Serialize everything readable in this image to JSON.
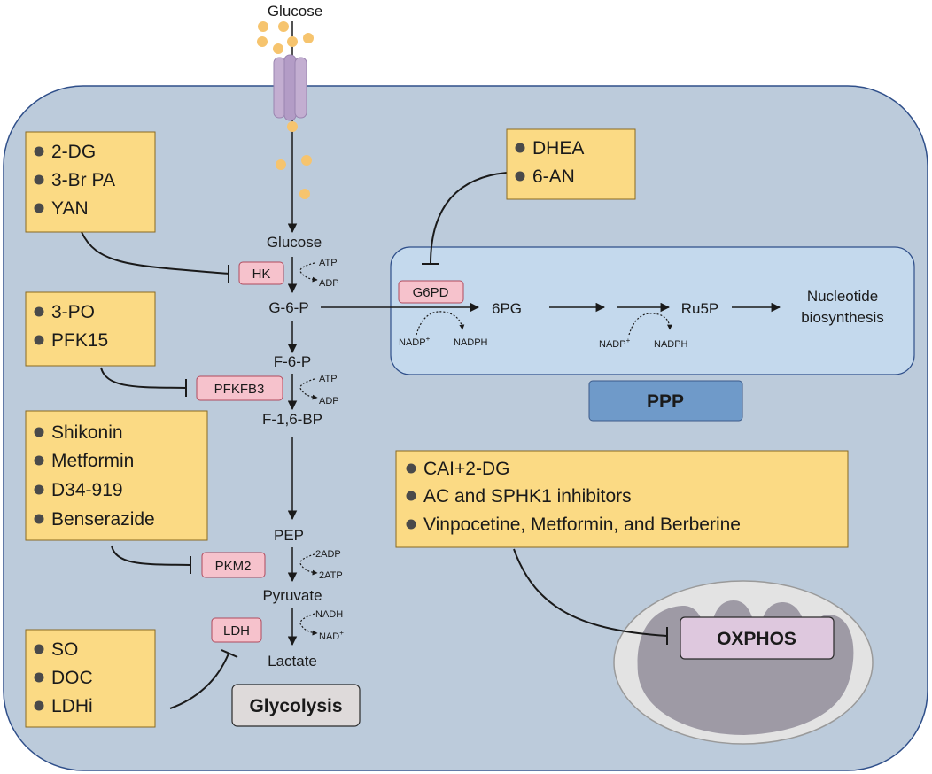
{
  "colors": {
    "cell_fill": "#bccbdb",
    "cell_border": "#2f4f8a",
    "box_fill": "#fbda84",
    "enzyme_fill": "#f6c2cc",
    "ppp_fill": "#c4d9ed",
    "ppp_label_fill": "#6f9ac9",
    "glycolysis_label_fill": "#dedada",
    "oxphos_fill": "#dec8de",
    "mito_outer": "#e3e3e3",
    "mito_inner": "#9e9aa5",
    "glucose_dot": "#f6c46e"
  },
  "external": {
    "glucose": "Glucose"
  },
  "metabolites": {
    "glucose": "Glucose",
    "g6p": "G-6-P",
    "f6p": "F-6-P",
    "f16bp": "F-1,6-BP",
    "pep": "PEP",
    "pyruvate": "Pyruvate",
    "lactate": "Lactate",
    "pg6": "6PG",
    "ru5p": "Ru5P",
    "nucleotide_1": "Nucleotide",
    "nucleotide_2": "biosynthesis"
  },
  "cofactors": {
    "atp1": "ATP",
    "adp1": "ADP",
    "atp2": "ATP",
    "adp2": "ADP",
    "adp2x": "2ADP",
    "atp2x": "2ATP",
    "nadh": "NADH",
    "nadp": "NAD",
    "nadp1": "NADP",
    "nadph1": "NADPH",
    "nadp2": "NADP",
    "nadph2": "NADPH",
    "plus": "+"
  },
  "enzymes": {
    "hk": "HK",
    "pfkfb3": "PFKFB3",
    "pkm2": "PKM2",
    "ldh": "LDH",
    "g6pd": "G6PD"
  },
  "inhibitor_boxes": {
    "hk_box": [
      "2-DG",
      "3-Br PA",
      "YAN"
    ],
    "pfk_box": [
      "3-PO",
      "PFK15"
    ],
    "pkm2_box": [
      "Shikonin",
      "Metformin",
      "D34-919",
      "Benserazide"
    ],
    "ldh_box": [
      "SO",
      "DOC",
      "LDHi"
    ],
    "g6pd_box": [
      "DHEA",
      "6-AN"
    ],
    "oxphos_box": [
      "CAI+2-DG",
      "AC and SPHK1 inhibitors",
      "Vinpocetine, Metformin, and Berberine"
    ]
  },
  "labels": {
    "ppp": "PPP",
    "glycolysis": "Glycolysis",
    "oxphos": "OXPHOS"
  }
}
